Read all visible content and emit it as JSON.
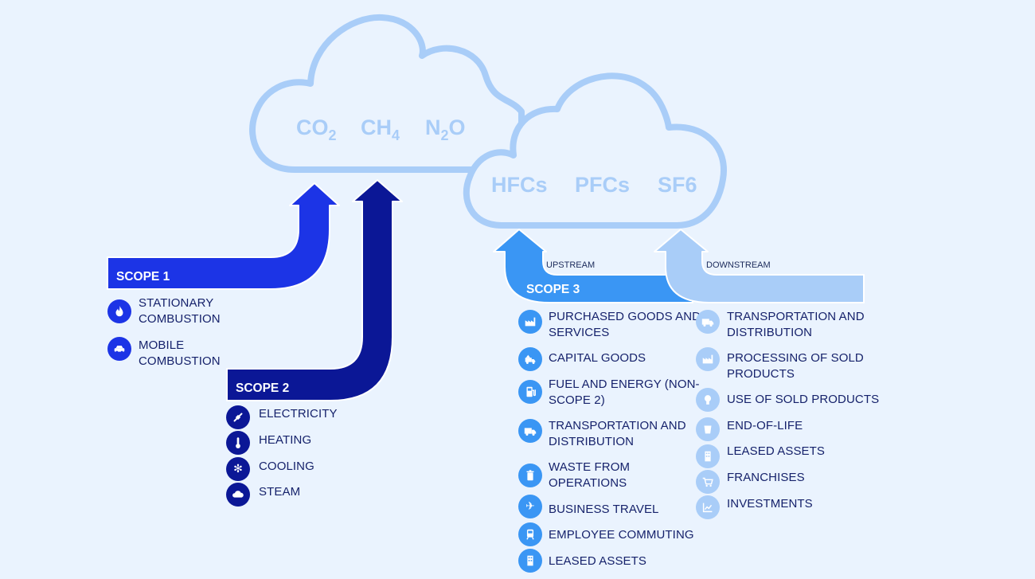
{
  "clouds": {
    "left_gases": {
      "co2": "CO",
      "co2_sub": "2",
      "ch4": "CH",
      "ch4_sub": "4",
      "n2o_n": "N",
      "n2o_sub": "2",
      "n2o_o": "O"
    },
    "right_gases": {
      "hfcs": "HFCs",
      "pfcs": "PFCs",
      "sf6": "SF6"
    }
  },
  "scope1": {
    "title": "SCOPE 1",
    "items": [
      {
        "line1": "STATIONARY",
        "line2": "COMBUSTION",
        "icon": "flame-icon"
      },
      {
        "line1": "MOBILE",
        "line2": "COMBUSTION",
        "icon": "car-icon"
      }
    ]
  },
  "scope2": {
    "title": "SCOPE 2",
    "items": [
      {
        "label": "ELECTRICITY",
        "icon": "plug-icon"
      },
      {
        "label": "HEATING",
        "icon": "thermometer-icon"
      },
      {
        "label": "COOLING",
        "icon": "snowflake-icon"
      },
      {
        "label": "STEAM",
        "icon": "cloud-icon"
      }
    ]
  },
  "scope3": {
    "title": "SCOPE 3",
    "upstream_label": "UPSTREAM",
    "downstream_label": "DOWNSTREAM",
    "upstream": [
      {
        "line1": "PURCHASED GOODS AND",
        "line2": "SERVICES",
        "icon": "factory-icon"
      },
      {
        "line1": "CAPITAL GOODS",
        "line2": "",
        "icon": "truck-loader-icon"
      },
      {
        "line1": "FUEL AND ENERGY (NON-",
        "line2": "SCOPE 2)",
        "icon": "fuel-pump-icon"
      },
      {
        "line1": "TRANSPORTATION AND",
        "line2": "DISTRIBUTION",
        "icon": "truck-icon"
      },
      {
        "line1": "WASTE FROM",
        "line2": "OPERATIONS",
        "icon": "trash-icon"
      },
      {
        "line1": "BUSINESS TRAVEL",
        "line2": "",
        "icon": "airplane-icon"
      },
      {
        "line1": "EMPLOYEE COMMUTING",
        "line2": "",
        "icon": "train-icon"
      },
      {
        "line1": "LEASED ASSETS",
        "line2": "",
        "icon": "building-icon"
      }
    ],
    "downstream": [
      {
        "line1": "TRANSPORTATION AND",
        "line2": "DISTRIBUTION",
        "icon": "truck-icon"
      },
      {
        "line1": "PROCESSING OF SOLD",
        "line2": "PRODUCTS",
        "icon": "factory-icon"
      },
      {
        "line1": "USE OF SOLD PRODUCTS",
        "line2": "",
        "icon": "lightbulb-icon"
      },
      {
        "line1": "END-OF-LIFE",
        "line2": "",
        "icon": "bin-icon"
      },
      {
        "line1": "LEASED ASSETS",
        "line2": "",
        "icon": "building-icon"
      },
      {
        "line1": "FRANCHISES",
        "line2": "",
        "icon": "cart-icon"
      },
      {
        "line1": "INVESTMENTS",
        "line2": "",
        "icon": "chart-icon"
      }
    ]
  },
  "colors": {
    "background": "#eaf3fe",
    "cloud_stroke": "#a9cdf8",
    "scope1": "#1c34e6",
    "scope2": "#0b1796",
    "scope3_upstream": "#3a96f4",
    "scope3_downstream": "#a9cdf8",
    "text": "#16226b"
  }
}
